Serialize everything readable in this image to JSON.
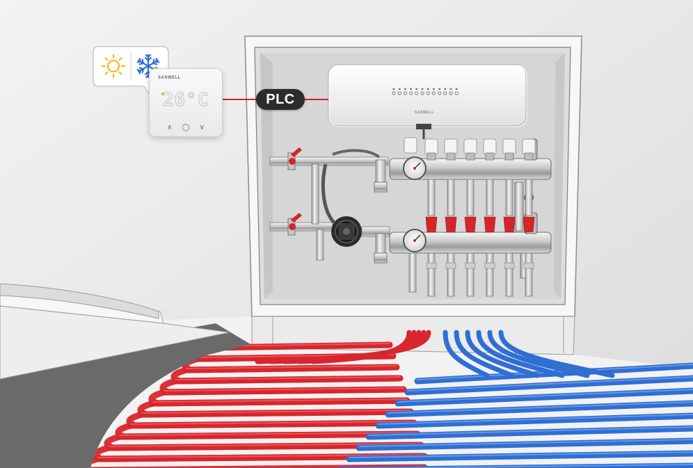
{
  "thermostat": {
    "brand": "SASWELL",
    "temperature_display": "26",
    "unit": "°C",
    "buttons": [
      "up-arrow",
      "power",
      "down-arrow"
    ]
  },
  "mode_bubble": {
    "icons": [
      "sun-icon",
      "snowflake-icon"
    ],
    "colors": {
      "sun": "#f5b81c",
      "snow": "#2f6fd4"
    }
  },
  "connection_label": "PLC",
  "controller": {
    "brand": "SASWELL"
  },
  "manifold": {
    "loop_count": 6
  },
  "colors": {
    "heating_pipe": "#d8262d",
    "cooling_pipe": "#2f6fd4",
    "link_line": "#c8242c",
    "label_bg": "#2c2c2c"
  }
}
